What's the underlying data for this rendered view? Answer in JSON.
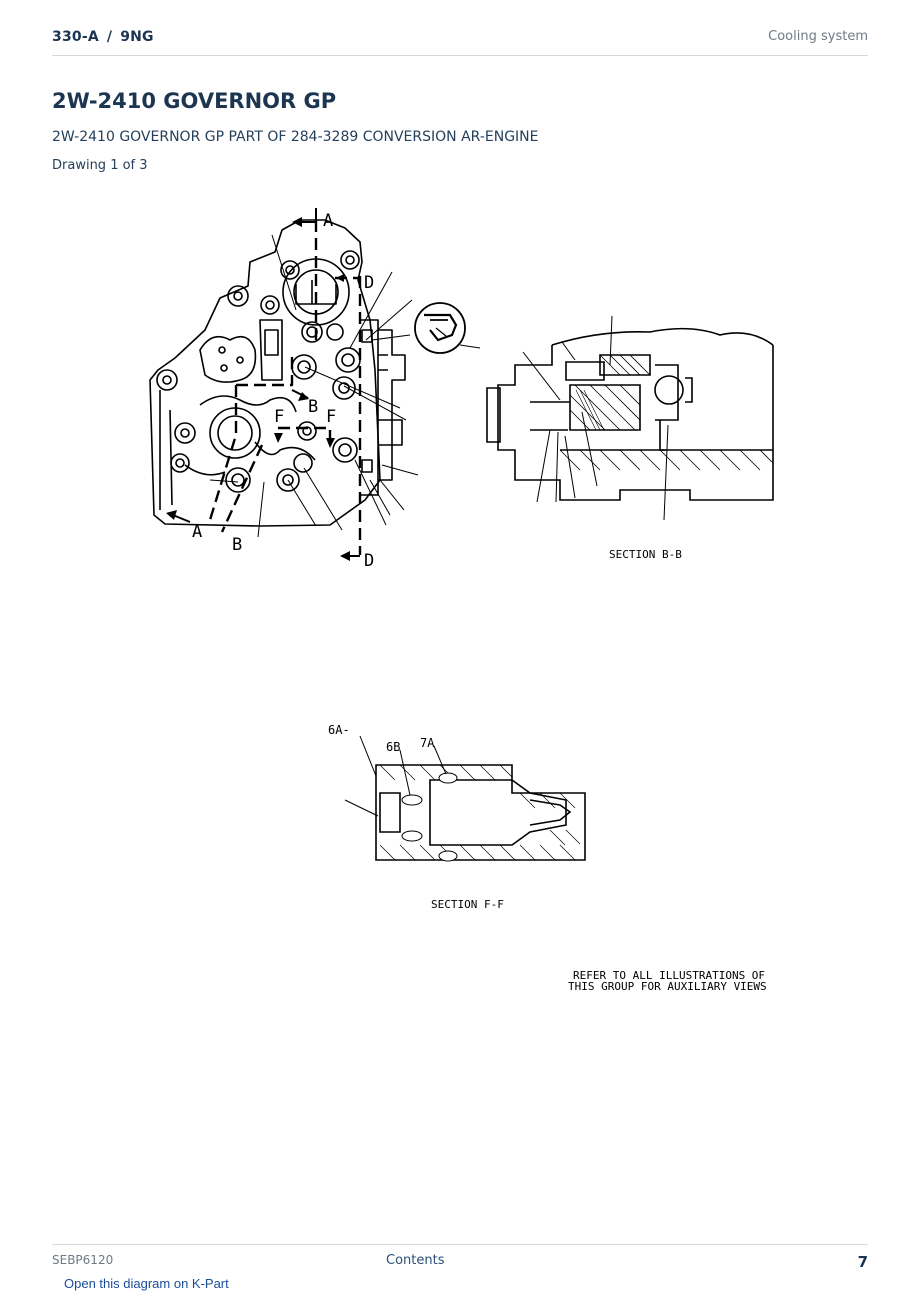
{
  "header": {
    "model": "330-A",
    "serial_prefix": "9NG",
    "section": "Cooling system"
  },
  "title": "2W-2410 GOVERNOR GP",
  "subtitle": "2W-2410 GOVERNOR GP PART OF 284-3289 CONVERSION AR-ENGINE",
  "drawing_count": "Drawing 1 of 3",
  "diagram": {
    "label_a_top": "A",
    "label_d_top": "D",
    "label_b_mid": "B",
    "label_f_left": "F",
    "label_f_right": "F",
    "label_a_bottom": "A",
    "label_b_bottom": "B",
    "label_d_bottom": "D",
    "section_bb": "SECTION B-B",
    "section_ff": "SECTION F-F",
    "callout_6a": "6A-",
    "callout_6b": "6B",
    "callout_7a": "7A",
    "note_line1": "REFER TO ALL ILLUSTRATIONS OF",
    "note_line2": "THIS GROUP FOR AUXILIARY VIEWS"
  },
  "footer": {
    "doc_id": "SEBP6120",
    "contents_link": "Contents",
    "page_number": "7",
    "kpart_link": "Open this diagram on K-Part"
  }
}
